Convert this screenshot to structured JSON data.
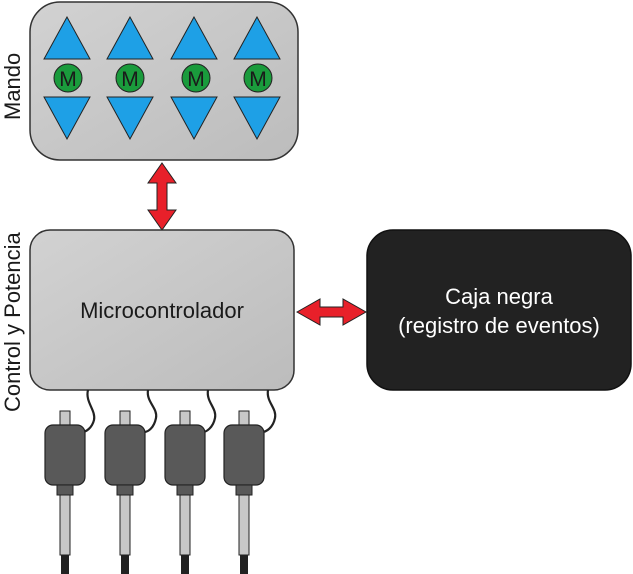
{
  "labels": {
    "mando": "Mando",
    "control": "Control y Potencia",
    "micro": "Microcontrolador",
    "caja_line1": "Caja negra",
    "caja_line2": "(registro de eventos)"
  },
  "motors": [
    {
      "label": "M"
    },
    {
      "label": "M"
    },
    {
      "label": "M"
    },
    {
      "label": "M"
    }
  ],
  "colors": {
    "panel_fill": "#c8c8c8",
    "panel_stroke": "#333333",
    "arrow_blue": "#1ea0e6",
    "motor_green": "#1a9b3c",
    "red_arrow": "#e8202a",
    "black_box": "#222222",
    "actuator_dark": "#595959",
    "actuator_light": "#c8c8c8"
  }
}
